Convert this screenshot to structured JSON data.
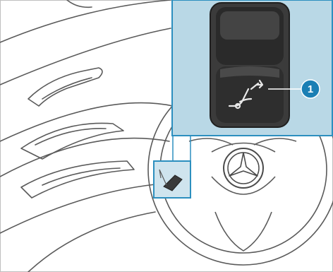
{
  "figure": {
    "callouts": [
      {
        "number": "1",
        "meaning": "trunk-lid-switch"
      }
    ],
    "colors": {
      "highlight_fill": "#b9d8e6",
      "highlight_border": "#2c8fbf",
      "callout_circle": "#1b7fb4",
      "callout_text": "#ffffff",
      "line_art": "#555555",
      "switch_dark": "#2a2a2a"
    },
    "icons": [
      "trunk-open-symbol-icon",
      "mercedes-star-logo"
    ]
  }
}
